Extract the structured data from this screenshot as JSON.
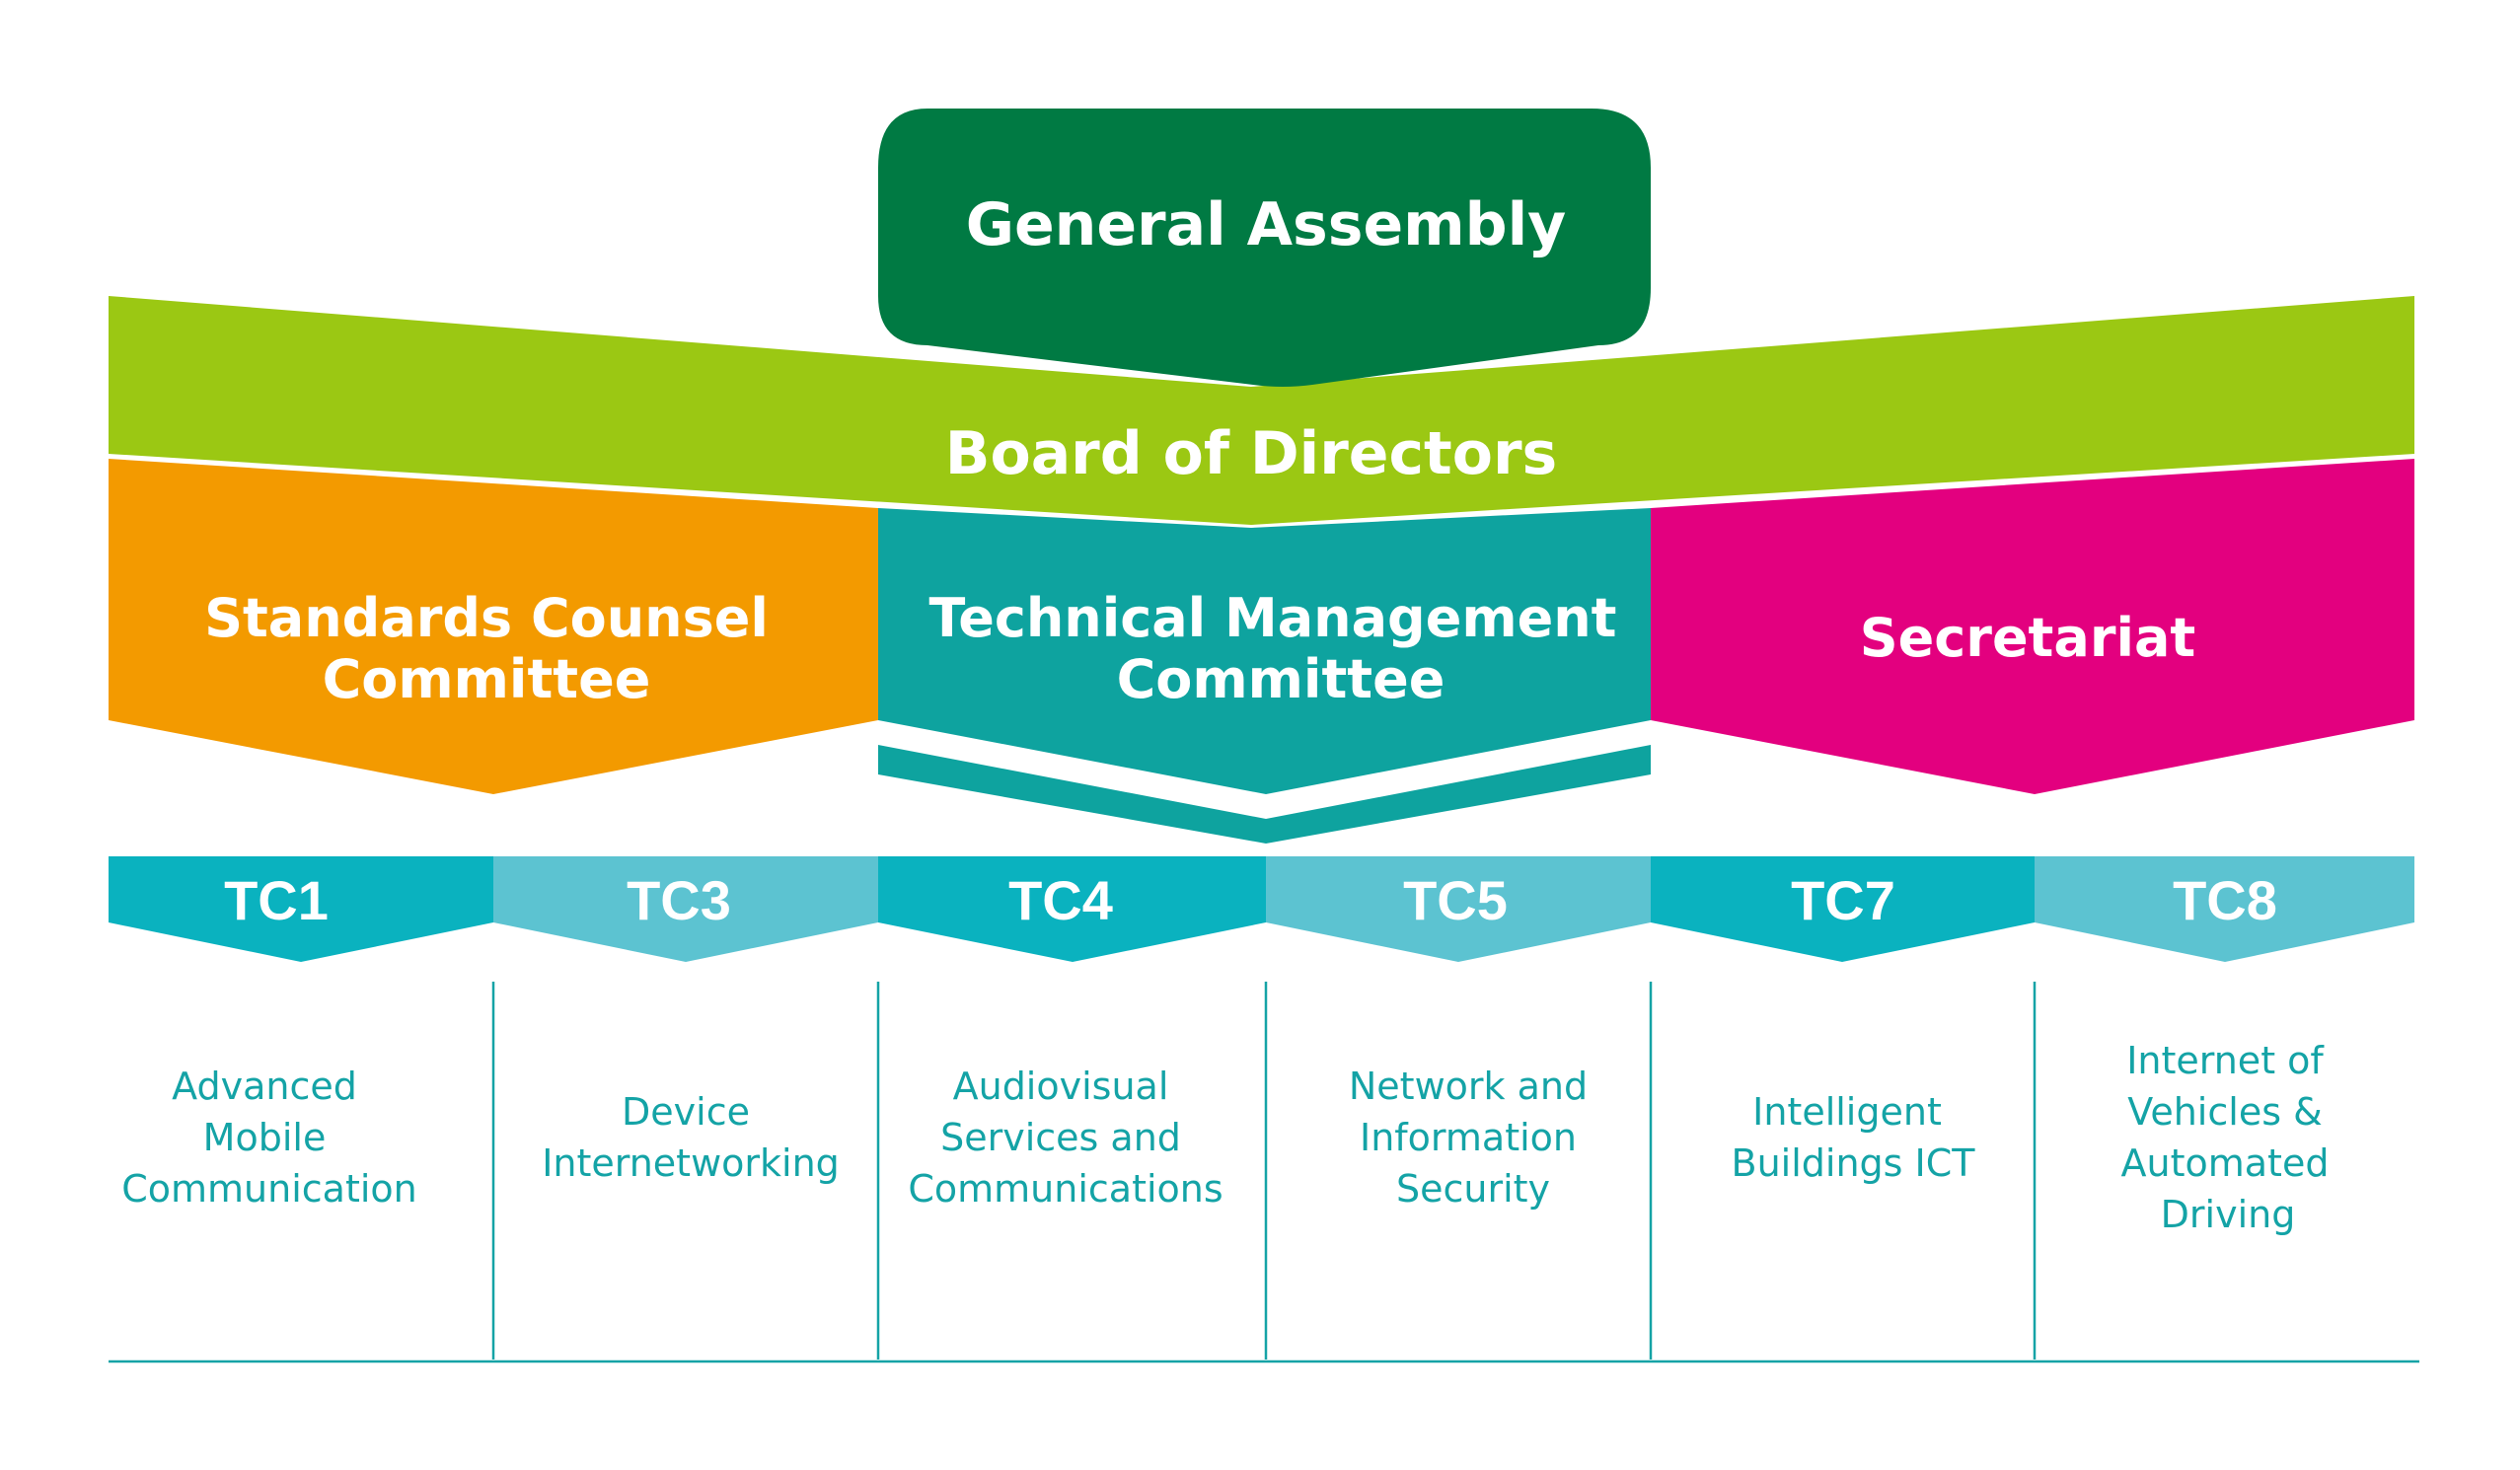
{
  "colors": {
    "general_assembly": "#007a43",
    "board": "#9bc813",
    "standards_committee": "#f39a00",
    "technical_committee": "#0ea39f",
    "secretariat": "#e3007f",
    "tc_dark": "#0ab2bf",
    "tc_light": "#5cc3d1",
    "description_text": "#14a3a6",
    "divider": "#14a3a6"
  },
  "general_assembly": {
    "label": "General Assembly"
  },
  "board": {
    "label": "Board of Directors"
  },
  "committees": {
    "standards": {
      "line1": "Standards Counsel",
      "line2": "Committee"
    },
    "technical": {
      "line1": "Technical Management",
      "line2": "Committee"
    },
    "secretariat": {
      "label": "Secretariat"
    }
  },
  "technical_committees": [
    {
      "code": "TC1",
      "description": [
        "Advanced",
        "Mobile",
        "Communication"
      ]
    },
    {
      "code": "TC3",
      "description": [
        "Device",
        "Internetworking"
      ]
    },
    {
      "code": "TC4",
      "description": [
        "Audiovisual",
        "Services and",
        "Communications"
      ]
    },
    {
      "code": "TC5",
      "description": [
        "Network and",
        "Information",
        "Security"
      ]
    },
    {
      "code": "TC7",
      "description": [
        "Intelligent",
        "Buildings ICT"
      ]
    },
    {
      "code": "TC8",
      "description": [
        "Internet of",
        "Vehicles &",
        "Automated",
        "Driving"
      ]
    }
  ]
}
